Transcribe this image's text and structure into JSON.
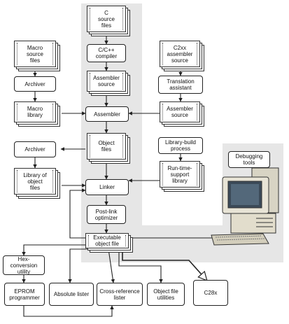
{
  "nodes": {
    "c_source_files": "C\nsource\nfiles",
    "c_compiler": "C/C++\ncompiler",
    "assembler_source_1": "Assembler\nsource",
    "assembler": "Assembler",
    "object_files": "Object\nfiles",
    "linker": "Linker",
    "post_link_optimizer": "Post-link\noptimizer",
    "executable_object_file": "Executable\nobject file",
    "macro_source_files": "Macro\nsource\nfiles",
    "archiver_1": "Archiver",
    "macro_library": "Macro\nlibrary",
    "archiver_2": "Archiver",
    "library_of_object_files": "Library of\nobject\nfiles",
    "c2xx_assembler_source": "C2xx\nassembler\nsource",
    "translation_assistant": "Translation\nassistant",
    "assembler_source_2": "Assembler\nsource",
    "library_build_process": "Library-build\nprocess",
    "run_time_support_library": "Run-time-\nsupport\nlibrary",
    "debugging_tools": "Debugging\ntools",
    "hex_conversion_utility": "Hex-conversion\nutility",
    "eprom_programmer": "EPROM\nprogrammer",
    "absolute_lister": "Absolute lister",
    "cross_reference_lister": "Cross-reference\nlister",
    "object_file_utilities": "Object file\nutilities",
    "c28x": "C28x"
  },
  "colors": {
    "shaded_region": "#e6e6e6",
    "line": "#222222"
  },
  "icons": [
    "computer-workstation-icon"
  ]
}
